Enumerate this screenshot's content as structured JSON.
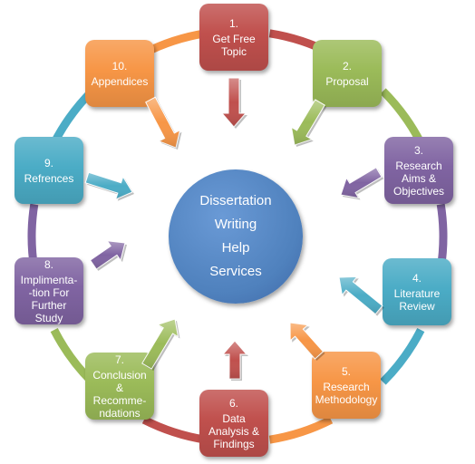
{
  "center": {
    "text": "Dissertation\nWriting\nHelp\nServices",
    "color": "#4f81bd"
  },
  "steps": [
    {
      "num": "1.",
      "label": "Get Free\nTopic",
      "color": "#c0504d",
      "ring_color": "#c0504d"
    },
    {
      "num": "2.",
      "label": "Proposal",
      "color": "#9bbb59",
      "ring_color": "#9bbb59"
    },
    {
      "num": "3.",
      "label": "Research\nAims &\nObjectives",
      "color": "#8064a2",
      "ring_color": "#8064a2"
    },
    {
      "num": "4.",
      "label": "Literature\nReview",
      "color": "#4bacc6",
      "ring_color": "#4bacc6"
    },
    {
      "num": "5.",
      "label": "Research\nMethodology",
      "color": "#f79646",
      "ring_color": "#f79646"
    },
    {
      "num": "6.",
      "label": "Data\nAnalysis &\nFindings",
      "color": "#c0504d",
      "ring_color": "#c0504d"
    },
    {
      "num": "7.",
      "label": "Conclusion\n&\nRecomme-\nndations",
      "color": "#9bbb59",
      "ring_color": "#9bbb59"
    },
    {
      "num": "8.",
      "label": "Implimenta-\n-tion For\nFurther\nStudy",
      "color": "#8064a2",
      "ring_color": "#8064a2"
    },
    {
      "num": "9.",
      "label": "Refrences",
      "color": "#4bacc6",
      "ring_color": "#4bacc6"
    },
    {
      "num": "10.",
      "label": "Appendices",
      "color": "#f79646",
      "ring_color": "#f79646"
    }
  ]
}
